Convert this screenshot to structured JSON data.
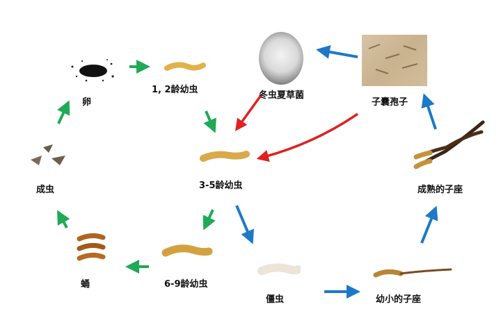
{
  "stages": {
    "egg": "卵",
    "larva_1_2": "1, 2龄幼虫",
    "larva_3_5": "3-5龄幼虫",
    "larva_6_9": "6-9龄幼虫",
    "pupa": "蛹",
    "adult": "成虫",
    "cordyceps": "冬虫夏草菌",
    "ascospore": "子囊孢子",
    "mummified_larva": "僵虫",
    "young_stroma": "幼小的子座",
    "mature_stroma": "成熟的子座"
  },
  "colors": {
    "insect_cycle_arrow": "#1faa55",
    "fungus_infection_arrow": "#e02020",
    "fungus_cycle_arrow": "#1e78c8"
  }
}
